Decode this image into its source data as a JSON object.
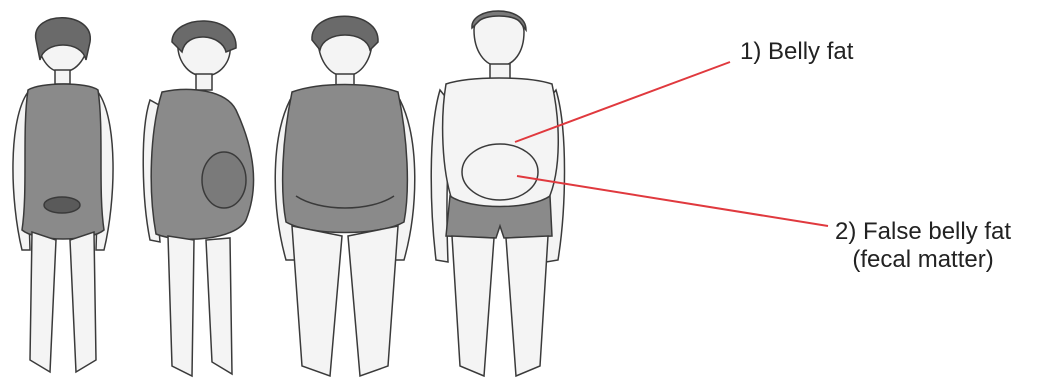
{
  "figure": {
    "body_count": 4,
    "bodies": [
      {
        "name": "woman-slim-standing-icon"
      },
      {
        "name": "woman-side-profile-icon"
      },
      {
        "name": "woman-heavy-front-icon"
      },
      {
        "name": "man-belly-front-icon"
      }
    ]
  },
  "annotations": [
    {
      "id": "label-1",
      "text": "1) Belly fat",
      "color": "#e0393e"
    },
    {
      "id": "label-2",
      "line1": "2) False belly fat",
      "line2": "(fecal matter)",
      "color": "#e0393e"
    }
  ],
  "colors": {
    "skin_fill": "#f4f4f4",
    "outline": "#3a3a3a",
    "garment": "#8a8a8a",
    "pointer_line": "#e0393e"
  }
}
